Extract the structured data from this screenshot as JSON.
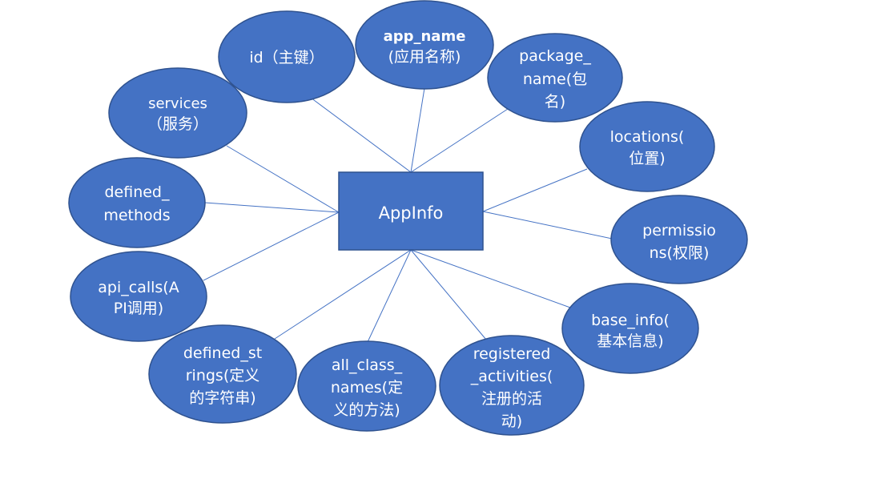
{
  "diagram": {
    "center": {
      "label": "AppInfo"
    },
    "attributes": {
      "id": "id（主键）",
      "app_name": "app_name",
      "app_name_cn": "(应用名称)",
      "package_name": [
        "package_",
        "name(包",
        "名)"
      ],
      "locations": [
        "locations(",
        "位置)"
      ],
      "permissions": [
        "permissio",
        "ns(权限)"
      ],
      "base_info": [
        "base_info(",
        "基本信息)"
      ],
      "registered_activities": [
        "registered",
        "_activities(",
        "注册的活",
        "动)"
      ],
      "all_class_names": [
        "all_class_",
        "names(定",
        "义的方法)"
      ],
      "defined_strings": [
        "defined_st",
        "rings(定义",
        "的字符串)"
      ],
      "api_calls": [
        "api_calls(A",
        "PI调用)"
      ],
      "defined_methods": [
        "defined_",
        "methods"
      ],
      "services": [
        "services",
        "（服务）"
      ]
    }
  },
  "colors": {
    "fill": "#4472c4",
    "stroke": "#2f528f",
    "text": "#ffffff",
    "edge": "#4472c4"
  }
}
